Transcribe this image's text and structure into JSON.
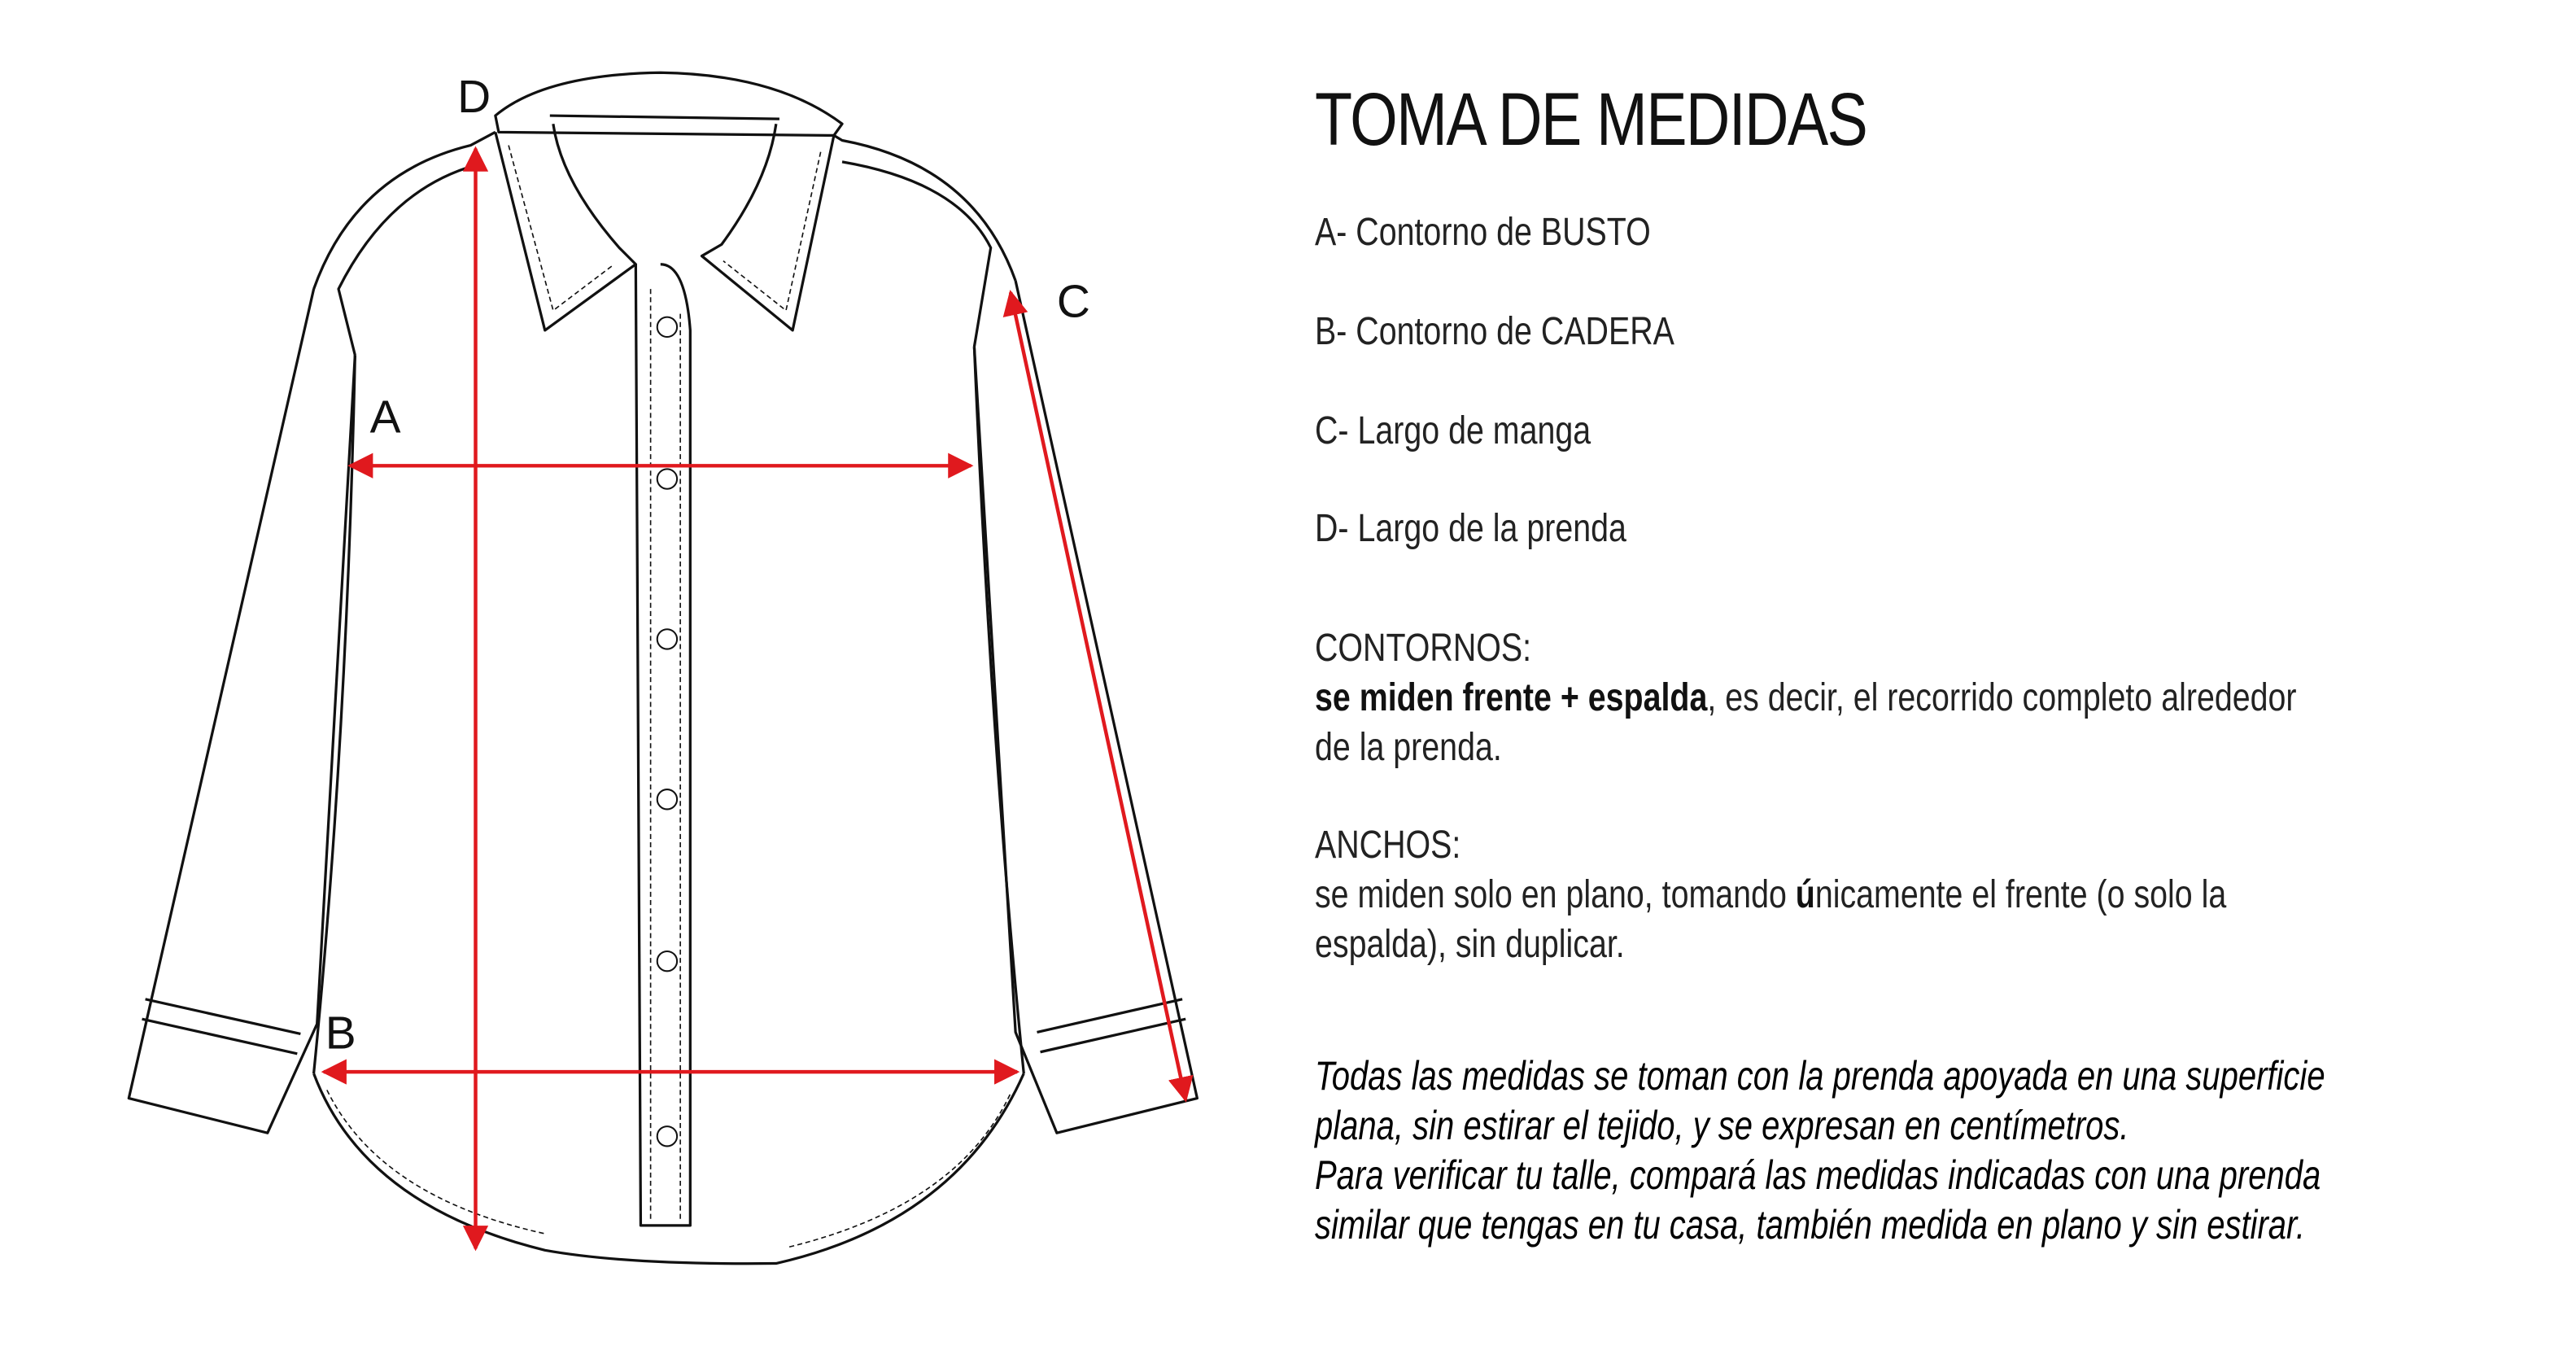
{
  "title": "TOMA DE MEDIDAS",
  "items": [
    "A- Contorno de BUSTO",
    "B- Contorno de CADERA",
    "C- Largo de manga",
    "D- Largo de la prenda"
  ],
  "contornos": {
    "heading": "CONTORNOS:",
    "bold": "se miden frente + espalda",
    "rest_line1": ", es decir, el recorrido completo alrededor",
    "line2": "de la prenda."
  },
  "anchos": {
    "heading": "ANCHOS:",
    "line1_a": "se miden solo en plano, tomando ",
    "line1_bold": "ú",
    "line1_b": "nicamente el frente (o solo la",
    "line2": "espalda), sin duplicar."
  },
  "note": [
    "Todas las medidas se toman con la prenda apoyada en una superficie",
    "plana, sin estirar el tejido, y se expresan en centímetros.",
    "Para verificar tu talle, compará las medidas indicadas con una prenda",
    "similar que tengas en tu casa, también medida en plano y sin estirar."
  ],
  "labels": {
    "a": "A",
    "b": "B",
    "c": "C",
    "d": "D"
  },
  "colors": {
    "arrow": "#e0191e",
    "line": "#111111"
  }
}
